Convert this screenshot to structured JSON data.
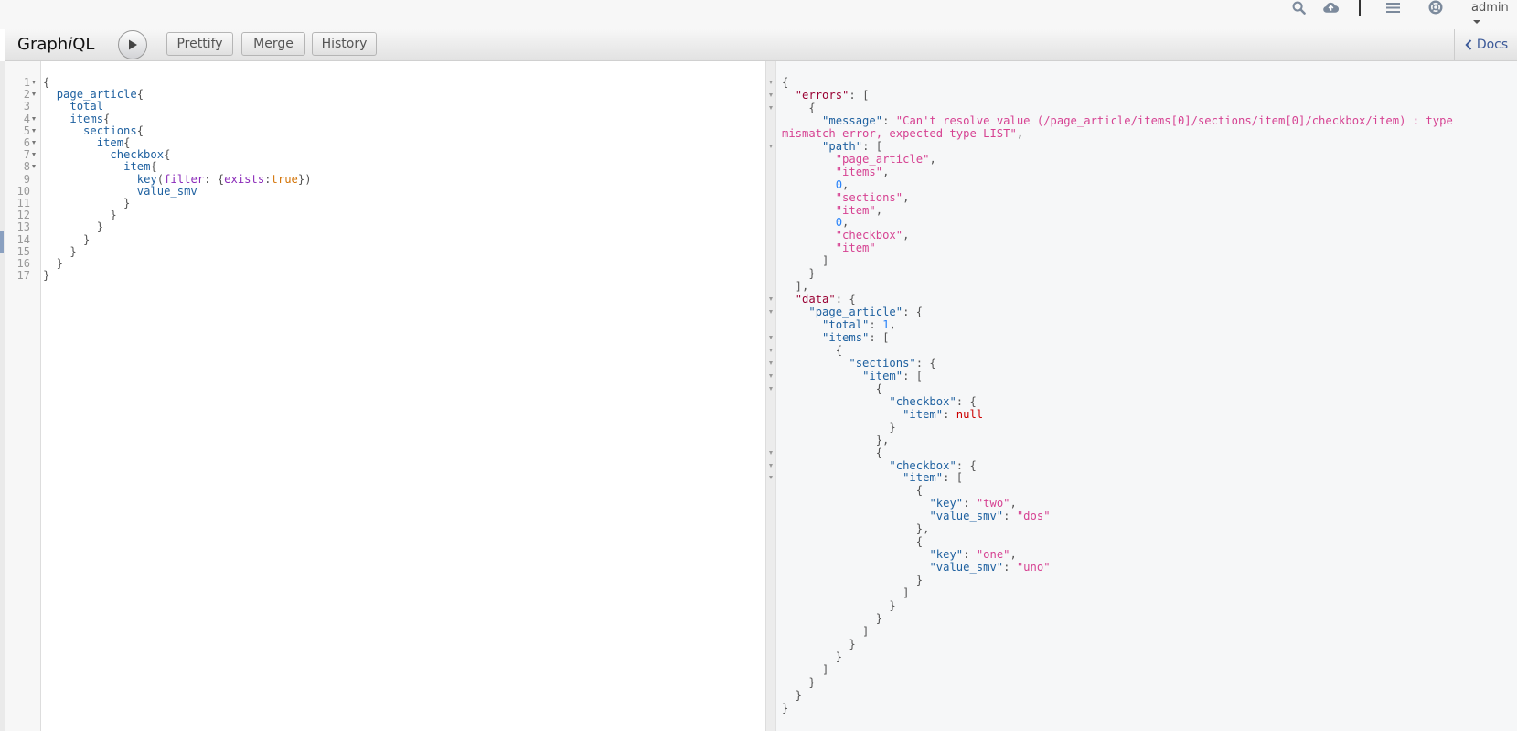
{
  "header": {
    "user": "admin"
  },
  "toolbar": {
    "title_prefix": "Graph",
    "title_italic": "i",
    "title_suffix": "QL",
    "prettify_label": "Prettify",
    "merge_label": "Merge",
    "history_label": "History",
    "docs_label": "Docs"
  },
  "icons": {
    "search": "search-icon",
    "cloud": "cloud-upload-icon",
    "menu": "menu-icon",
    "help": "lifebuoy-icon",
    "run": "play-icon",
    "docs": "chevron-left-icon"
  },
  "query": {
    "line_numbers": [
      "1",
      "2",
      "3",
      "4",
      "5",
      "6",
      "7",
      "8",
      "9",
      "10",
      "11",
      "12",
      "13",
      "14",
      "15",
      "16",
      "17"
    ],
    "lines": [
      [
        {
          "t": "{",
          "c": "c-punc"
        }
      ],
      [
        {
          "t": "  ",
          "c": ""
        },
        {
          "t": "page_article",
          "c": "c-field"
        },
        {
          "t": "{",
          "c": "c-punc"
        }
      ],
      [
        {
          "t": "    ",
          "c": ""
        },
        {
          "t": "total",
          "c": "c-field"
        }
      ],
      [
        {
          "t": "    ",
          "c": ""
        },
        {
          "t": "items",
          "c": "c-field"
        },
        {
          "t": "{",
          "c": "c-punc"
        }
      ],
      [
        {
          "t": "      ",
          "c": ""
        },
        {
          "t": "sections",
          "c": "c-field"
        },
        {
          "t": "{",
          "c": "c-punc"
        }
      ],
      [
        {
          "t": "        ",
          "c": ""
        },
        {
          "t": "item",
          "c": "c-field"
        },
        {
          "t": "{",
          "c": "c-punc"
        }
      ],
      [
        {
          "t": "          ",
          "c": ""
        },
        {
          "t": "checkbox",
          "c": "c-field"
        },
        {
          "t": "{",
          "c": "c-punc"
        }
      ],
      [
        {
          "t": "            ",
          "c": ""
        },
        {
          "t": "item",
          "c": "c-field"
        },
        {
          "t": "{",
          "c": "c-punc"
        }
      ],
      [
        {
          "t": "              ",
          "c": ""
        },
        {
          "t": "key",
          "c": "c-field"
        },
        {
          "t": "(",
          "c": "c-punc"
        },
        {
          "t": "filter",
          "c": "c-attr"
        },
        {
          "t": ": {",
          "c": "c-punc"
        },
        {
          "t": "exists",
          "c": "c-attr"
        },
        {
          "t": ":",
          "c": "c-punc"
        },
        {
          "t": "true",
          "c": "c-bool"
        },
        {
          "t": "})",
          "c": "c-punc"
        }
      ],
      [
        {
          "t": "              ",
          "c": ""
        },
        {
          "t": "value_smv",
          "c": "c-field"
        }
      ],
      [
        {
          "t": "            }",
          "c": "c-punc"
        }
      ],
      [
        {
          "t": "          }",
          "c": "c-punc"
        }
      ],
      [
        {
          "t": "        }",
          "c": "c-punc"
        }
      ],
      [
        {
          "t": "      }",
          "c": "c-punc"
        }
      ],
      [
        {
          "t": "    }",
          "c": "c-punc"
        }
      ],
      [
        {
          "t": "  }",
          "c": "c-punc"
        }
      ],
      [
        {
          "t": "}",
          "c": "c-punc"
        }
      ]
    ]
  },
  "response": {
    "lines": [
      [
        {
          "t": "{",
          "c": "c-punc"
        }
      ],
      [
        {
          "t": "  ",
          "c": ""
        },
        {
          "t": "\"errors\"",
          "c": "c-errkey"
        },
        {
          "t": ": [",
          "c": "c-punc"
        }
      ],
      [
        {
          "t": "    {",
          "c": "c-punc"
        }
      ],
      [
        {
          "t": "      ",
          "c": ""
        },
        {
          "t": "\"message\"",
          "c": "c-key"
        },
        {
          "t": ": ",
          "c": "c-punc"
        },
        {
          "t": "\"Can't resolve value (/page_article/items[0]/sections/item[0]/checkbox/item) : type",
          "c": "c-str"
        }
      ],
      [
        {
          "t": "mismatch error, expected type LIST\"",
          "c": "c-str"
        },
        {
          "t": ",",
          "c": "c-punc"
        }
      ],
      [
        {
          "t": "      ",
          "c": ""
        },
        {
          "t": "\"path\"",
          "c": "c-key"
        },
        {
          "t": ": [",
          "c": "c-punc"
        }
      ],
      [
        {
          "t": "        ",
          "c": ""
        },
        {
          "t": "\"page_article\"",
          "c": "c-str"
        },
        {
          "t": ",",
          "c": "c-punc"
        }
      ],
      [
        {
          "t": "        ",
          "c": ""
        },
        {
          "t": "\"items\"",
          "c": "c-str"
        },
        {
          "t": ",",
          "c": "c-punc"
        }
      ],
      [
        {
          "t": "        ",
          "c": ""
        },
        {
          "t": "0",
          "c": "c-num"
        },
        {
          "t": ",",
          "c": "c-punc"
        }
      ],
      [
        {
          "t": "        ",
          "c": ""
        },
        {
          "t": "\"sections\"",
          "c": "c-str"
        },
        {
          "t": ",",
          "c": "c-punc"
        }
      ],
      [
        {
          "t": "        ",
          "c": ""
        },
        {
          "t": "\"item\"",
          "c": "c-str"
        },
        {
          "t": ",",
          "c": "c-punc"
        }
      ],
      [
        {
          "t": "        ",
          "c": ""
        },
        {
          "t": "0",
          "c": "c-num"
        },
        {
          "t": ",",
          "c": "c-punc"
        }
      ],
      [
        {
          "t": "        ",
          "c": ""
        },
        {
          "t": "\"checkbox\"",
          "c": "c-str"
        },
        {
          "t": ",",
          "c": "c-punc"
        }
      ],
      [
        {
          "t": "        ",
          "c": ""
        },
        {
          "t": "\"item\"",
          "c": "c-str"
        }
      ],
      [
        {
          "t": "      ]",
          "c": "c-punc"
        }
      ],
      [
        {
          "t": "    }",
          "c": "c-punc"
        }
      ],
      [
        {
          "t": "  ],",
          "c": "c-punc"
        }
      ],
      [
        {
          "t": "  ",
          "c": ""
        },
        {
          "t": "\"data\"",
          "c": "c-errkey"
        },
        {
          "t": ": {",
          "c": "c-punc"
        }
      ],
      [
        {
          "t": "    ",
          "c": ""
        },
        {
          "t": "\"page_article\"",
          "c": "c-key"
        },
        {
          "t": ": {",
          "c": "c-punc"
        }
      ],
      [
        {
          "t": "      ",
          "c": ""
        },
        {
          "t": "\"total\"",
          "c": "c-key"
        },
        {
          "t": ": ",
          "c": "c-punc"
        },
        {
          "t": "1",
          "c": "c-num"
        },
        {
          "t": ",",
          "c": "c-punc"
        }
      ],
      [
        {
          "t": "      ",
          "c": ""
        },
        {
          "t": "\"items\"",
          "c": "c-key"
        },
        {
          "t": ": [",
          "c": "c-punc"
        }
      ],
      [
        {
          "t": "        {",
          "c": "c-punc"
        }
      ],
      [
        {
          "t": "          ",
          "c": ""
        },
        {
          "t": "\"sections\"",
          "c": "c-key"
        },
        {
          "t": ": {",
          "c": "c-punc"
        }
      ],
      [
        {
          "t": "            ",
          "c": ""
        },
        {
          "t": "\"item\"",
          "c": "c-key"
        },
        {
          "t": ": [",
          "c": "c-punc"
        }
      ],
      [
        {
          "t": "              {",
          "c": "c-punc"
        }
      ],
      [
        {
          "t": "                ",
          "c": ""
        },
        {
          "t": "\"checkbox\"",
          "c": "c-key"
        },
        {
          "t": ": {",
          "c": "c-punc"
        }
      ],
      [
        {
          "t": "                  ",
          "c": ""
        },
        {
          "t": "\"item\"",
          "c": "c-key"
        },
        {
          "t": ": ",
          "c": "c-punc"
        },
        {
          "t": "null",
          "c": "c-null"
        }
      ],
      [
        {
          "t": "                }",
          "c": "c-punc"
        }
      ],
      [
        {
          "t": "              },",
          "c": "c-punc"
        }
      ],
      [
        {
          "t": "              {",
          "c": "c-punc"
        }
      ],
      [
        {
          "t": "                ",
          "c": ""
        },
        {
          "t": "\"checkbox\"",
          "c": "c-key"
        },
        {
          "t": ": {",
          "c": "c-punc"
        }
      ],
      [
        {
          "t": "                  ",
          "c": ""
        },
        {
          "t": "\"item\"",
          "c": "c-key"
        },
        {
          "t": ": [",
          "c": "c-punc"
        }
      ],
      [
        {
          "t": "                    {",
          "c": "c-punc"
        }
      ],
      [
        {
          "t": "                      ",
          "c": ""
        },
        {
          "t": "\"key\"",
          "c": "c-key"
        },
        {
          "t": ": ",
          "c": "c-punc"
        },
        {
          "t": "\"two\"",
          "c": "c-str"
        },
        {
          "t": ",",
          "c": "c-punc"
        }
      ],
      [
        {
          "t": "                      ",
          "c": ""
        },
        {
          "t": "\"value_smv\"",
          "c": "c-key"
        },
        {
          "t": ": ",
          "c": "c-punc"
        },
        {
          "t": "\"dos\"",
          "c": "c-str"
        }
      ],
      [
        {
          "t": "                    },",
          "c": "c-punc"
        }
      ],
      [
        {
          "t": "                    {",
          "c": "c-punc"
        }
      ],
      [
        {
          "t": "                      ",
          "c": ""
        },
        {
          "t": "\"key\"",
          "c": "c-key"
        },
        {
          "t": ": ",
          "c": "c-punc"
        },
        {
          "t": "\"one\"",
          "c": "c-str"
        },
        {
          "t": ",",
          "c": "c-punc"
        }
      ],
      [
        {
          "t": "                      ",
          "c": ""
        },
        {
          "t": "\"value_smv\"",
          "c": "c-key"
        },
        {
          "t": ": ",
          "c": "c-punc"
        },
        {
          "t": "\"uno\"",
          "c": "c-str"
        }
      ],
      [
        {
          "t": "                    }",
          "c": "c-punc"
        }
      ],
      [
        {
          "t": "                  ]",
          "c": "c-punc"
        }
      ],
      [
        {
          "t": "                }",
          "c": "c-punc"
        }
      ],
      [
        {
          "t": "              }",
          "c": "c-punc"
        }
      ],
      [
        {
          "t": "            ]",
          "c": "c-punc"
        }
      ],
      [
        {
          "t": "          }",
          "c": "c-punc"
        }
      ],
      [
        {
          "t": "        }",
          "c": "c-punc"
        }
      ],
      [
        {
          "t": "      ]",
          "c": "c-punc"
        }
      ],
      [
        {
          "t": "    }",
          "c": "c-punc"
        }
      ],
      [
        {
          "t": "  }",
          "c": "c-punc"
        }
      ],
      [
        {
          "t": "}",
          "c": "c-punc"
        }
      ]
    ]
  }
}
